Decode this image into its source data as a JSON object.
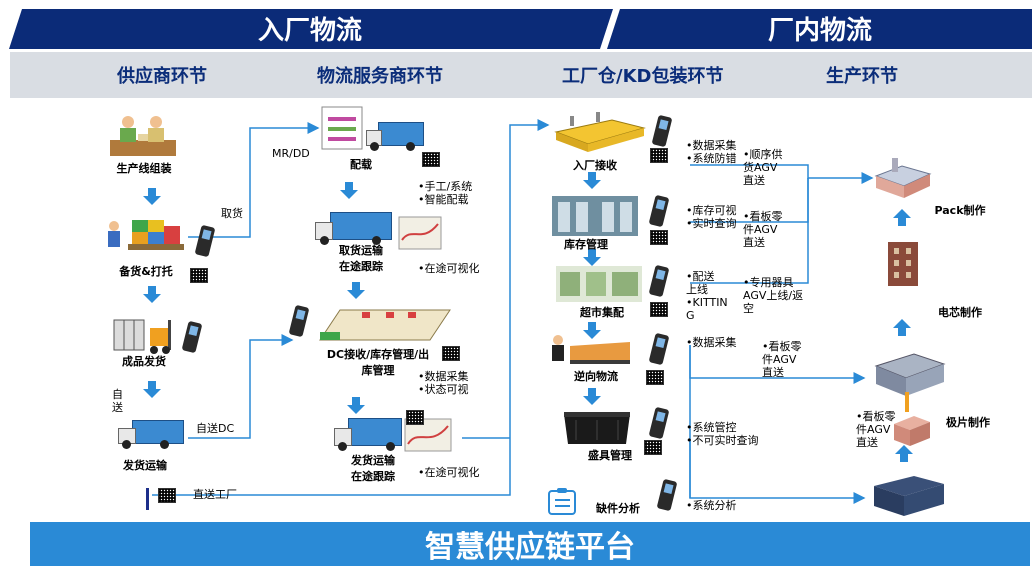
{
  "banners": {
    "left": "入厂物流",
    "right": "厂内物流"
  },
  "sections": [
    "供应商环节",
    "物流服务商环节",
    "工厂仓/KD包装环节",
    "生产环节"
  ],
  "supplier": {
    "assembly": "生产线组装",
    "stocking": "备货&打托",
    "dispatch": "成品发货",
    "shipping": "发货运输",
    "pickup_label": "取货",
    "self_send": "自\n送",
    "self_dc": "自送DC",
    "direct_factory": "直送工厂"
  },
  "logistics": {
    "mrdd": "MR/DD",
    "loading": "配载",
    "loading_notes": "•手工/系统\n•智能配载",
    "pickup_track": "取货运输\n在途跟踪",
    "pickup_visual": "•在途可视化",
    "dc": "DC接收/库存管理/出\n库管理",
    "dc_notes": "•数据采集\n•状态可视",
    "ship_track": "发货运输\n在途跟踪",
    "ship_visual": "•在途可视化"
  },
  "factory": {
    "receive": "入厂接收",
    "receive_notes": "•数据采集\n•系统防错",
    "receive_agv": "•顺序供\n货AGV\n直送",
    "inventory": "库存管理",
    "inventory_notes": "•库存可视\n•实时查询",
    "inventory_agv": "•看板零\n件AGV\n直送",
    "market": "超市集配",
    "market_notes": "•配送\n上线\n•KITTIN\nG",
    "market_agv": "•专用器具\nAGV上线/返\n空",
    "reverse": "逆向物流",
    "reverse_notes": "•数据采集",
    "reverse_agv": "•看板零\n件AGV\n直送",
    "container": "盛具管理",
    "container_notes": "•系统管控\n•不可实时查询",
    "shortage": "缺件分析",
    "shortage_notes": "•系统分析"
  },
  "production": {
    "pack": "Pack制作",
    "cell": "电芯制作",
    "electrode": "极片制作",
    "electrode_agv": "•看板零\n件AGV\n直送"
  },
  "platform": "智慧供应链平台",
  "colors": {
    "navy": "#0b2b78",
    "arrow": "#2a8ad6",
    "platform": "#2a8ad6"
  }
}
